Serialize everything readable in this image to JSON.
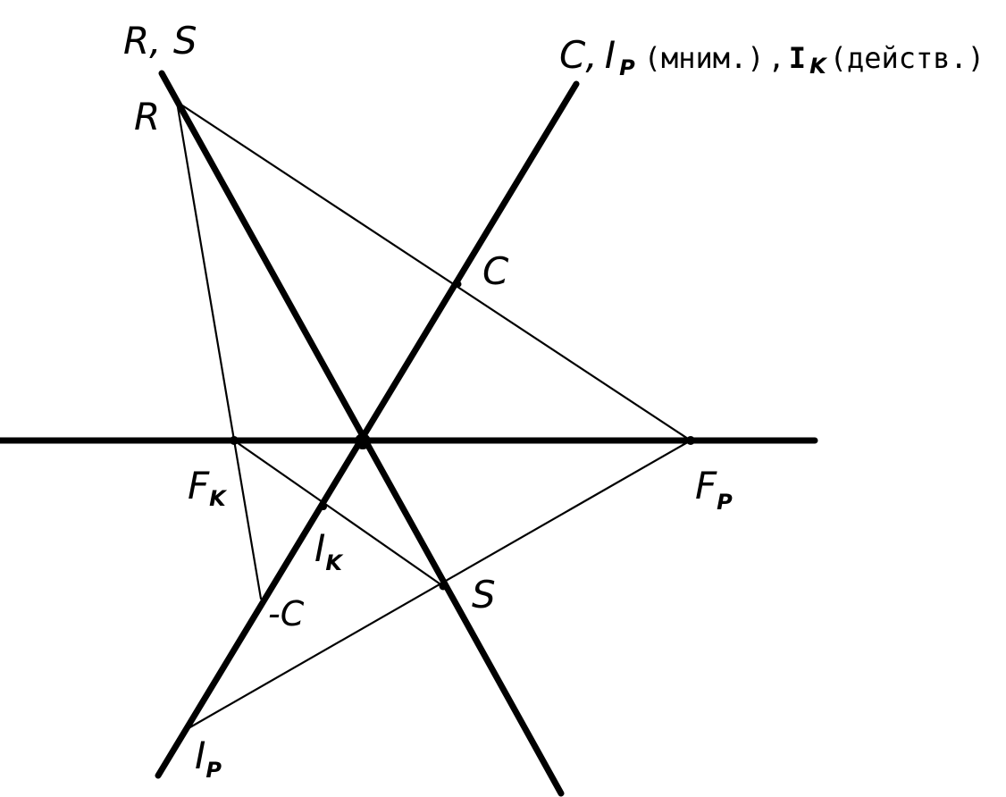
{
  "labels": {
    "rs_title": "R, S",
    "r_point": "R",
    "c_point": "C",
    "minus_c_point": "-C",
    "fk_main": "F",
    "fk_sub": "K",
    "fp_main": "F",
    "fp_sub": "P",
    "ik_main": "I",
    "ik_sub": "K",
    "ip_main": "I",
    "ip_sub": "P",
    "s_point": "S"
  },
  "caption": {
    "c_prefix": "C,",
    "ip_main": "I",
    "ip_sub": "P",
    "imag": "(мним.)",
    "comma": ",",
    "ik_main": "I",
    "ik_sub": "K",
    "real": "(действ.)"
  }
}
